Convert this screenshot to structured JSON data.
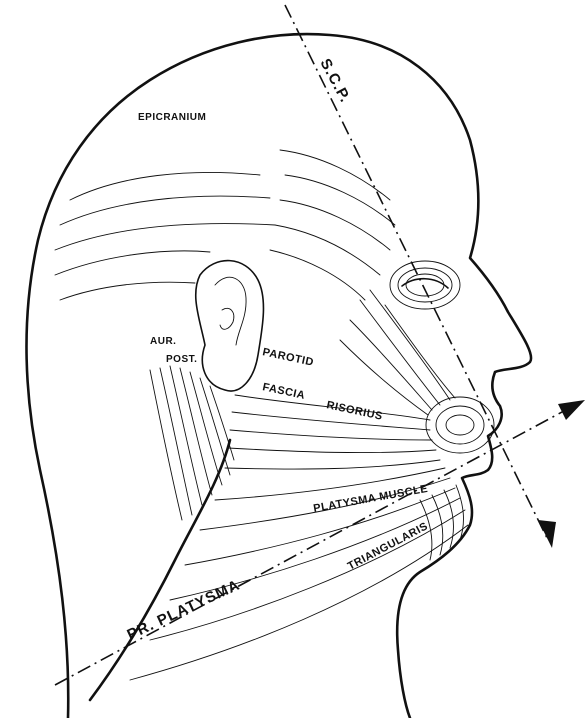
{
  "labels": {
    "epicranium": "EPICRANIUM",
    "scp": "S.C.P.",
    "aur": "AUR.",
    "post": "POST.",
    "parotid": "PAROTID",
    "fascia": "FASCIA",
    "risorius": "RISORIUS",
    "platysma_muscle": "PLATYSMA MUSCLE",
    "triangularis": "TRIANGULARIS",
    "pr_platysma": "PR. PLATYSMA"
  },
  "colors": {
    "ink": "#111111",
    "paper": "#ffffff"
  }
}
